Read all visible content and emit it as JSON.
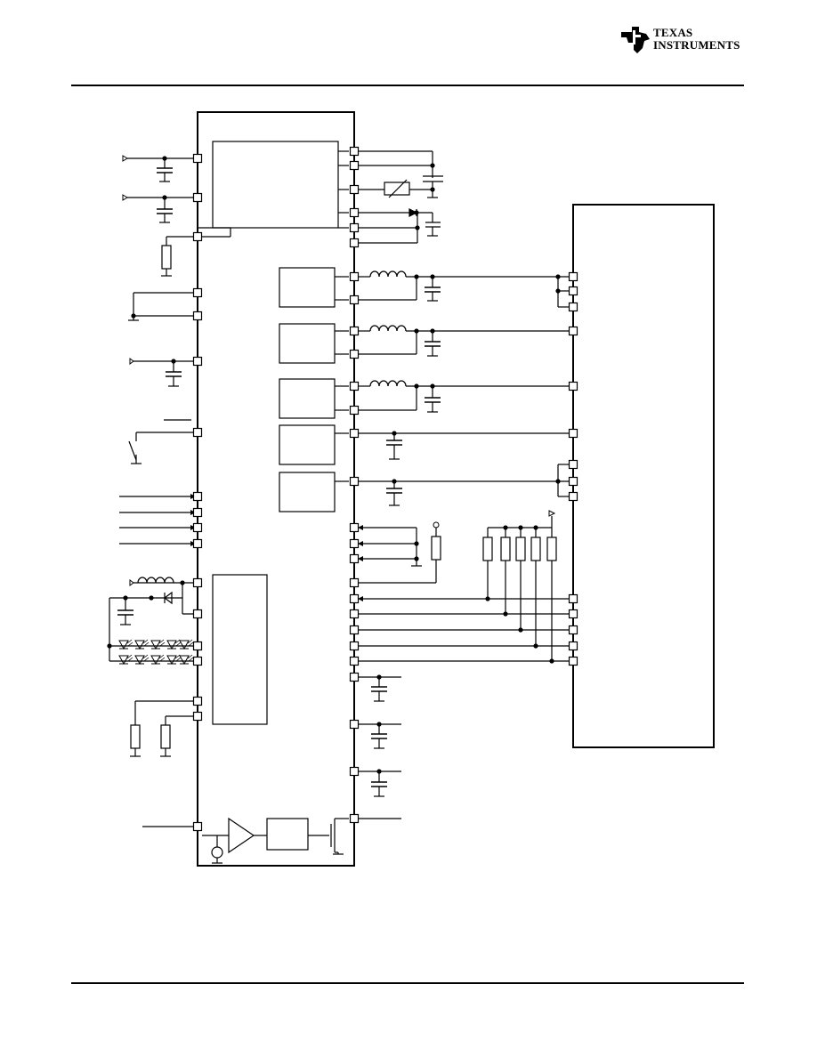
{
  "header": {
    "logo_alt": "Texas Instruments logo",
    "brand_line1": "Texas",
    "brand_line2": "Instruments"
  },
  "colors": {
    "ink": "#000000",
    "paper": "#ffffff"
  },
  "icons": {
    "logo": "ti-state-icon",
    "resistor": "resistor-icon",
    "capacitor": "capacitor-icon",
    "inductor": "inductor-icon",
    "diode": "diode-icon",
    "led": "led-icon",
    "switch": "switch-icon",
    "amplifier": "amplifier-icon",
    "current-source": "current-source-icon",
    "transistor": "transistor-icon",
    "ground": "ground-icon"
  }
}
